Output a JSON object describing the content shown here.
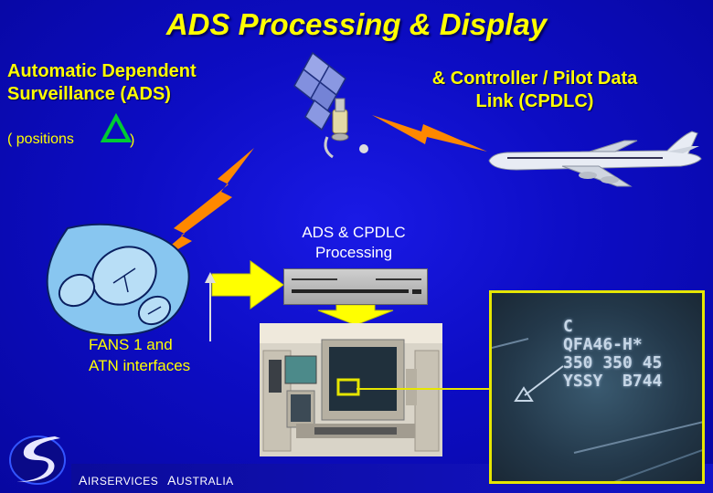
{
  "slide": {
    "title": "ADS Processing & Display",
    "ads_label_line1": "Automatic Dependent",
    "ads_label_line2": "Surveillance (ADS)",
    "positions_label": "( positions",
    "positions_close": ")",
    "cpdlc_label_line1": "& Controller / Pilot Data",
    "cpdlc_label_line2": "Link (CPDLC)",
    "processing_label_line1": "ADS & CPDLC",
    "processing_label_line2": "Processing",
    "interfaces_label_line1": "FANS 1 and",
    "interfaces_label_line2": "ATN interfaces",
    "footer_brand_a_cap": "A",
    "footer_brand_a_rest": "IRSERVICES",
    "footer_brand_b_cap": "A",
    "footer_brand_b_rest": "USTRALIA"
  },
  "radar_display": {
    "line1": "C",
    "line2": "QFA46-H*",
    "line3": "350 350 45",
    "line4": "YSSY  B744"
  },
  "colors": {
    "background": "#0d0dc4",
    "title": "#ffff00",
    "lightning": "#ff8800",
    "delta_symbol": "#00cc33",
    "arrow": "#ffff00",
    "highlight_box": "#e6e600"
  },
  "icons": [
    "satellite-icon",
    "airplane-icon",
    "ground-station-icon",
    "lightning-bolt-icon",
    "console-icon",
    "radar-target-icon",
    "airservices-logo"
  ]
}
